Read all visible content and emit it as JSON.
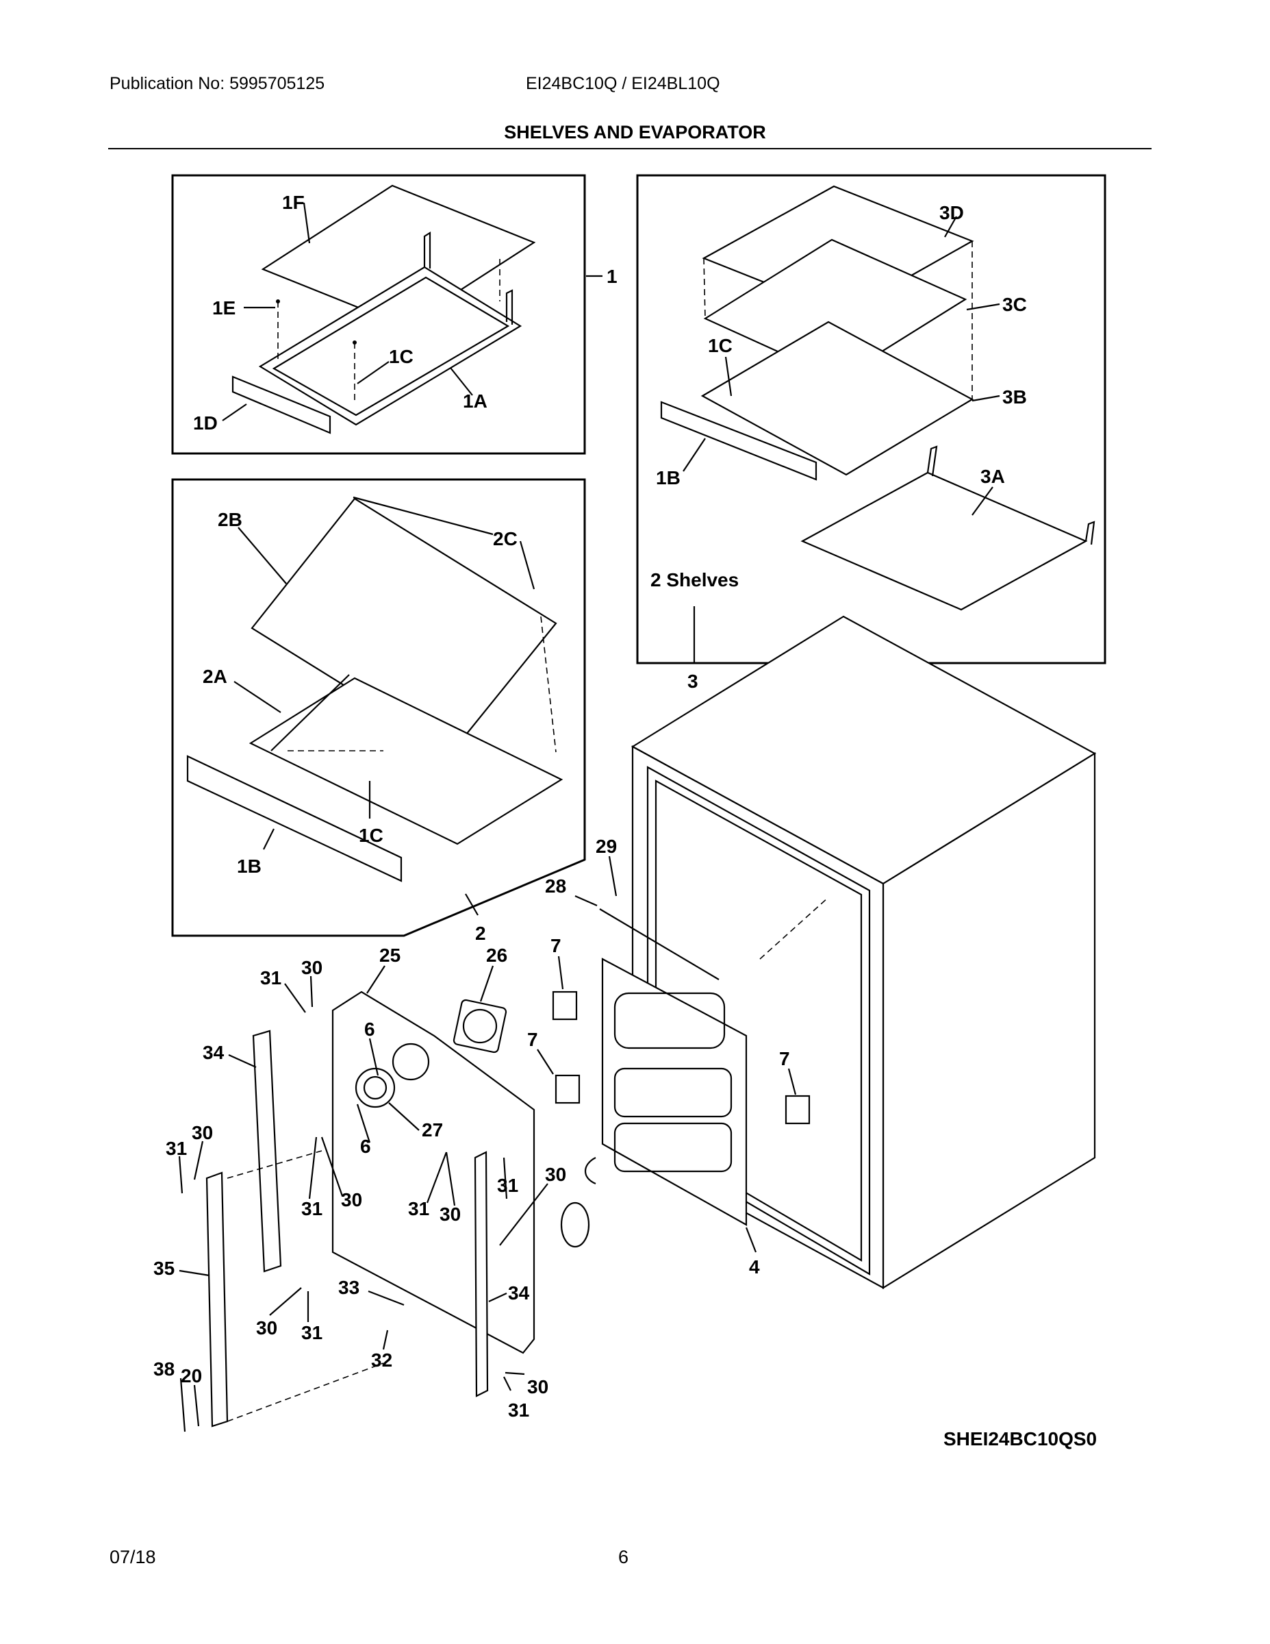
{
  "header": {
    "publication": "Publication No: 5995705125",
    "models": "EI24BC10Q / EI24BL10Q",
    "title": "SHELVES AND EVAPORATOR"
  },
  "footer": {
    "date": "07/18",
    "page": "6"
  },
  "diagram_code": "SHEI24BC10QS0",
  "callouts": {
    "c1F": "1F",
    "c1E": "1E",
    "c1C_a": "1C",
    "c1A": "1A",
    "c1D": "1D",
    "c1": "1",
    "c3D": "3D",
    "c3C": "3C",
    "c1C_b": "1C",
    "c3B": "3B",
    "c1B_a": "1B",
    "c3A": "3A",
    "shelves_note": "2 Shelves",
    "c3": "3",
    "c2B": "2B",
    "c2C": "2C",
    "c2A": "2A",
    "c1C_c": "1C",
    "c1B_b": "1B",
    "c2": "2",
    "c29": "29",
    "c28": "28",
    "c7_a": "7",
    "c7_b": "7",
    "c7_c": "7",
    "c4": "4",
    "c30_a": "30",
    "c25": "25",
    "c26": "26",
    "c31_a": "31",
    "c6_a": "6",
    "c34_a": "34",
    "c27": "27",
    "c30_b": "30",
    "c31_b": "31",
    "c6_b": "6",
    "c31_c": "31",
    "c30_c": "30",
    "c31_d": "31",
    "c30_d": "30",
    "c31_e": "31",
    "c30_e": "30",
    "c35": "35",
    "c33": "33",
    "c34_b": "34",
    "c30_f": "30",
    "c31_f": "31",
    "c32": "32",
    "c38": "38",
    "c20": "20",
    "c30_g": "30",
    "c31_g": "31"
  }
}
